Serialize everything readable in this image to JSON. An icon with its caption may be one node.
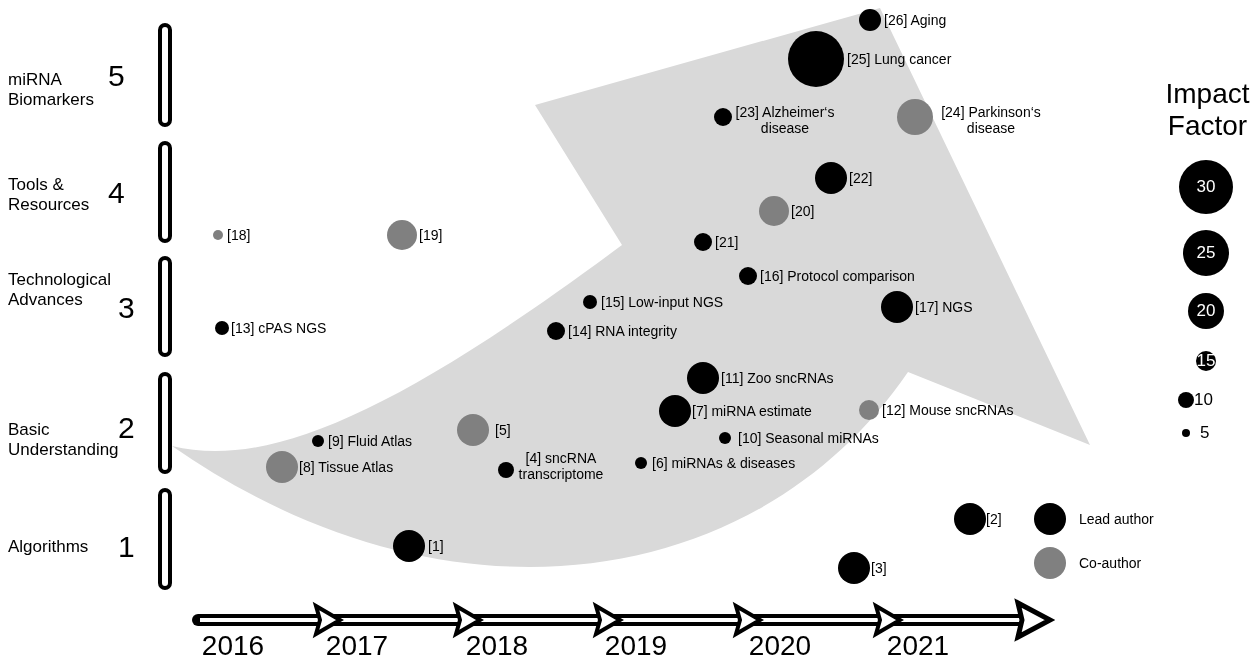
{
  "diagram": {
    "nodes": [
      {
        "text": [],
        "shape": "bar"
      },
      {
        "text": [],
        "shape": "bar"
      },
      {
        "text": [],
        "shape": "bar"
      },
      {
        "text": [],
        "shape": "bar"
      },
      {
        "text": [],
        "shape": "bar"
      }
    ],
    "labels": [
      "miRNA Biomarkers",
      "5",
      "Tools & Resources",
      "4",
      "Technological Advances",
      "3",
      "Basic Understanding",
      "2",
      "Algorithms",
      "1",
      "[26] Aging",
      "[25] Lung cancer",
      "[23] Alzheimer‘s disease",
      "[24] Parkinson‘s disease",
      "[22]",
      "[20]",
      "[18]",
      "[19]",
      "[21]",
      "[16] Protocol comparison",
      "[15] Low-input NGS",
      "[17] NGS",
      "[13] cPAS NGS",
      "[14] RNA integrity",
      "[11] Zoo sncRNAs",
      "[7] miRNA estimate",
      "[12] Mouse sncRNAs",
      "[9] Fluid Atlas",
      "[5]",
      "[10] Seasonal miRNAs",
      "[8] Tissue Atlas",
      "[4] sncRNA transcriptome",
      "[6] miRNAs & diseases",
      "[2]",
      "[1]",
      "[3]",
      "Impact Factor",
      "30",
      "25",
      "20",
      "15",
      "10",
      "5",
      "2016",
      "2017",
      "2018",
      "2019",
      "2020",
      "2021"
    ],
    "legend": [
      {
        "text": "Lead author"
      },
      {
        "text": "Co-author"
      }
    ]
  }
}
